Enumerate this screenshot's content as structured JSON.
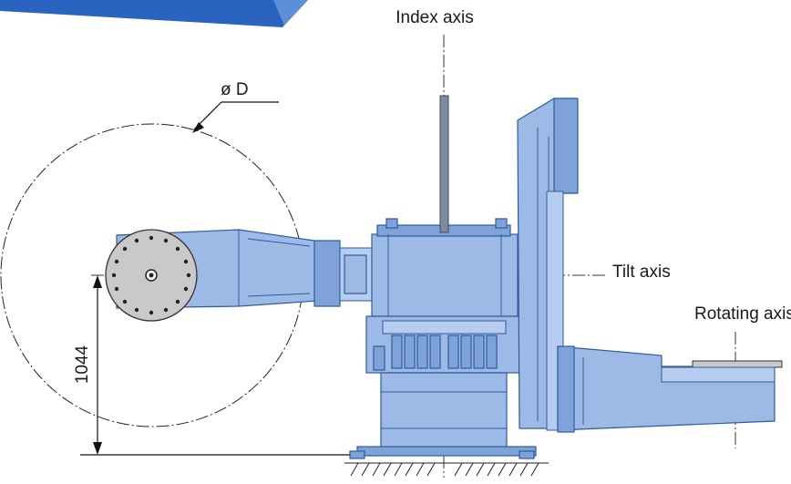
{
  "labels": {
    "index_axis": "Index axis",
    "tilt_axis": "Tilt axis",
    "rotating_axis": "Rotating axis",
    "diameter": "ø D",
    "height_dimension": "1044"
  },
  "colors": {
    "machine_fill": "#9db9e6",
    "machine_outline": "#2d5c9e",
    "banner": "#2a63c0"
  }
}
